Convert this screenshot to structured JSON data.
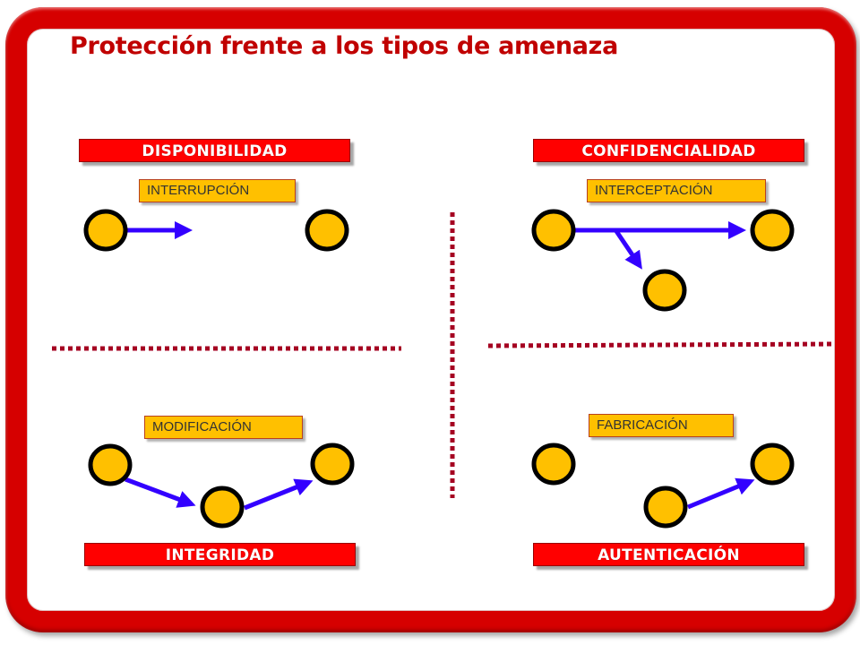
{
  "slide": {
    "title": "Protección frente a los tipos de amenaza"
  },
  "quadrants": [
    {
      "category": "DISPONIBILIDAD",
      "threat": "INTERRUPCIÓN",
      "description": "Flow from source node is cut before reaching destination node"
    },
    {
      "category": "CONFIDENCIALIDAD",
      "threat": "INTERCEPTACIÓN",
      "description": "Flow from source to destination is tapped by a third node"
    },
    {
      "category": "INTEGRIDAD",
      "threat": "MODIFICACIÓN",
      "description": "Flow passes through an intermediate node before reaching destination"
    },
    {
      "category": "AUTENTICACIÓN",
      "threat": "FABRICACIÓN",
      "description": "A third node sends flow to destination; source is not involved"
    }
  ],
  "colors": {
    "frame": "#d60000",
    "title": "#c00000",
    "category_fill": "#ff0000",
    "threat_fill": "#ffc000",
    "node_fill": "#ffc000",
    "node_stroke": "#000000",
    "arrow": "#3300ff",
    "divider": "#a50021"
  }
}
